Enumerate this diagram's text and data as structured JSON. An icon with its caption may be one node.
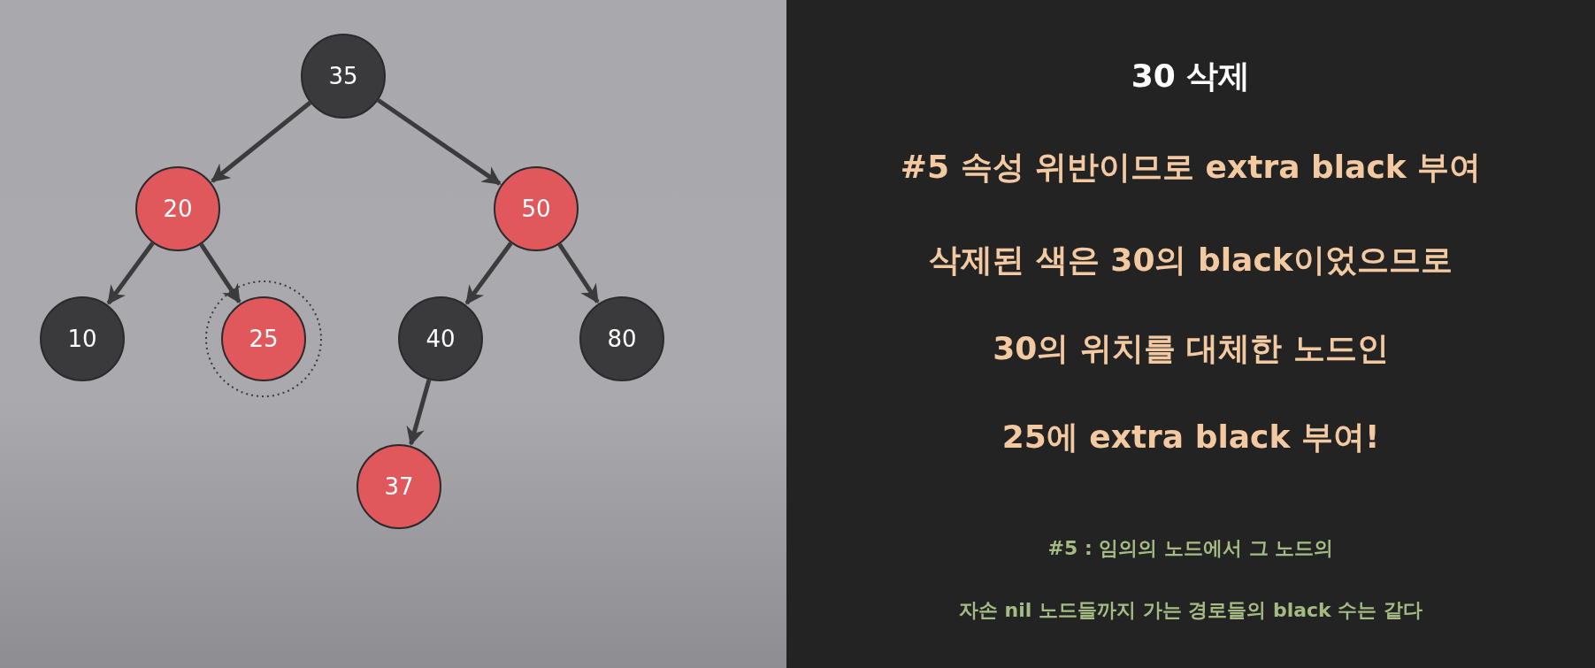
{
  "diagram": {
    "title": "30 삭제",
    "nodes": [
      {
        "text": [
          "35"
        ]
      },
      {
        "text": [
          "20"
        ]
      },
      {
        "text": [
          "50"
        ]
      },
      {
        "text": [
          "10"
        ]
      },
      {
        "text": [
          "25"
        ]
      },
      {
        "text": [
          "40"
        ]
      },
      {
        "text": [
          "80"
        ]
      },
      {
        "text": [
          "37"
        ]
      }
    ],
    "edges": [
      {
        "from": 0,
        "to": 1,
        "arrow": "to"
      },
      {
        "from": 0,
        "to": 2,
        "arrow": "to"
      },
      {
        "from": 1,
        "to": 3,
        "arrow": "to"
      },
      {
        "from": 1,
        "to": 4,
        "arrow": "to"
      },
      {
        "from": 2,
        "to": 5,
        "arrow": "to"
      },
      {
        "from": 2,
        "to": 6,
        "arrow": "to"
      },
      {
        "from": 5,
        "to": 7,
        "arrow": "to"
      }
    ],
    "labels": [
      "#5 속성 위반이므로 extra black 부여",
      "삭제된 색은 30의 black이었으므로",
      "30의 위치를 대체한 노드인",
      "25에 extra black 부여!",
      "#5 : 임의의 노드에서 그 노드의",
      "자손 nil 노드들까지 가는 경로들의 black 수는 같다"
    ]
  }
}
